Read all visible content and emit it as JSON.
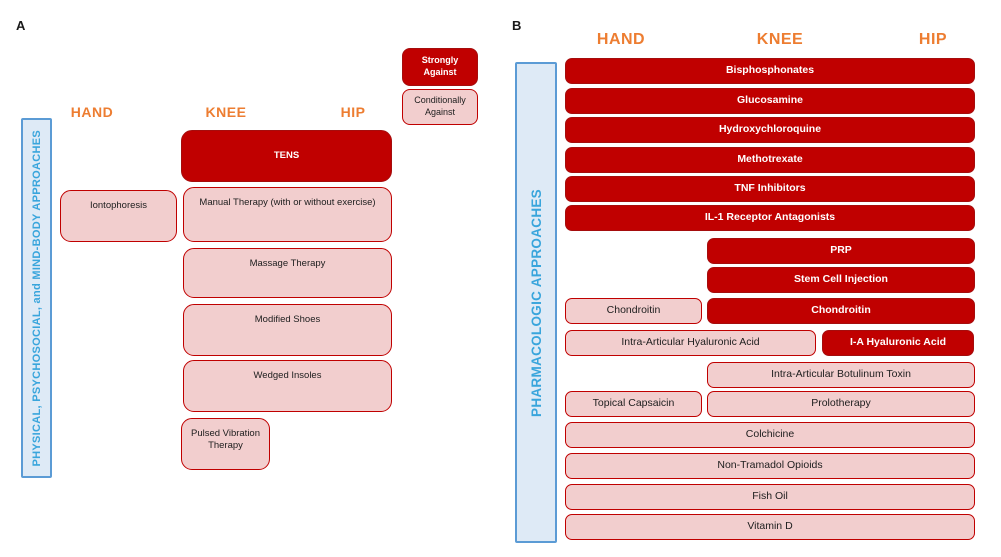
{
  "figure": {
    "panel_a_label": "A",
    "panel_b_label": "B"
  },
  "columns": {
    "hand": "HAND",
    "knee": "KNEE",
    "hip": "HIP"
  },
  "legend": {
    "strong": "Strongly Against",
    "conditional": "Conditionally Against"
  },
  "colors": {
    "strongly_against_fill": "#C00000",
    "conditionally_against_fill": "#F2CECE",
    "box_border": "#C00000",
    "column_header": "#ED7D31",
    "sidebar_fill": "#DEEAF6",
    "sidebar_border": "#5B9BD5",
    "sidebar_text": "#39A5DC"
  },
  "panelA": {
    "sidebar": "PHYSICAL, PSYCHOSOCIAL, and MIND-BODY APPROACHES",
    "boxes": [
      {
        "label": "TENS",
        "level": "strongly-against",
        "joints": [
          "knee",
          "hip"
        ]
      },
      {
        "label": "Iontophoresis",
        "level": "conditionally-against",
        "joints": [
          "hand"
        ]
      },
      {
        "label": "Manual Therapy (with or without exercise)",
        "level": "conditionally-against",
        "joints": [
          "knee",
          "hip"
        ]
      },
      {
        "label": "Massage Therapy",
        "level": "conditionally-against",
        "joints": [
          "knee",
          "hip"
        ]
      },
      {
        "label": "Modified Shoes",
        "level": "conditionally-against",
        "joints": [
          "knee",
          "hip"
        ]
      },
      {
        "label": "Wedged Insoles",
        "level": "conditionally-against",
        "joints": [
          "knee",
          "hip"
        ]
      },
      {
        "label": "Pulsed Vibration Therapy",
        "level": "conditionally-against",
        "joints": [
          "knee"
        ]
      }
    ]
  },
  "panelB": {
    "sidebar": "PHARMACOLOGIC APPROACHES",
    "boxes": [
      {
        "label": "Bisphosphonates",
        "level": "strongly-against",
        "joints": [
          "hand",
          "knee",
          "hip"
        ]
      },
      {
        "label": "Glucosamine",
        "level": "strongly-against",
        "joints": [
          "hand",
          "knee",
          "hip"
        ]
      },
      {
        "label": "Hydroxychloroquine",
        "level": "strongly-against",
        "joints": [
          "hand",
          "knee",
          "hip"
        ]
      },
      {
        "label": "Methotrexate",
        "level": "strongly-against",
        "joints": [
          "hand",
          "knee",
          "hip"
        ]
      },
      {
        "label": "TNF Inhibitors",
        "level": "strongly-against",
        "joints": [
          "hand",
          "knee",
          "hip"
        ]
      },
      {
        "label": "IL-1 Receptor Antagonists",
        "level": "strongly-against",
        "joints": [
          "hand",
          "knee",
          "hip"
        ]
      },
      {
        "label": "PRP",
        "level": "strongly-against",
        "joints": [
          "knee",
          "hip"
        ]
      },
      {
        "label": "Stem Cell Injection",
        "level": "strongly-against",
        "joints": [
          "knee",
          "hip"
        ]
      },
      {
        "label": "Chondroitin",
        "level": "conditionally-against",
        "joints": [
          "hand"
        ]
      },
      {
        "label": "Chondroitin",
        "level": "strongly-against",
        "joints": [
          "knee",
          "hip"
        ]
      },
      {
        "label": "Intra-Articular Hyaluronic Acid",
        "level": "conditionally-against",
        "joints": [
          "hand",
          "knee"
        ]
      },
      {
        "label": "I-A Hyaluronic Acid",
        "level": "strongly-against",
        "joints": [
          "hip"
        ]
      },
      {
        "label": "Intra-Articular Botulinum Toxin",
        "level": "conditionally-against",
        "joints": [
          "knee",
          "hip"
        ]
      },
      {
        "label": "Topical Capsaicin",
        "level": "conditionally-against",
        "joints": [
          "hand"
        ]
      },
      {
        "label": "Prolotherapy",
        "level": "conditionally-against",
        "joints": [
          "knee",
          "hip"
        ]
      },
      {
        "label": "Colchicine",
        "level": "conditionally-against",
        "joints": [
          "hand",
          "knee",
          "hip"
        ]
      },
      {
        "label": "Non-Tramadol Opioids",
        "level": "conditionally-against",
        "joints": [
          "hand",
          "knee",
          "hip"
        ]
      },
      {
        "label": "Fish Oil",
        "level": "conditionally-against",
        "joints": [
          "hand",
          "knee",
          "hip"
        ]
      },
      {
        "label": "Vitamin D",
        "level": "conditionally-against",
        "joints": [
          "hand",
          "knee",
          "hip"
        ]
      }
    ]
  }
}
